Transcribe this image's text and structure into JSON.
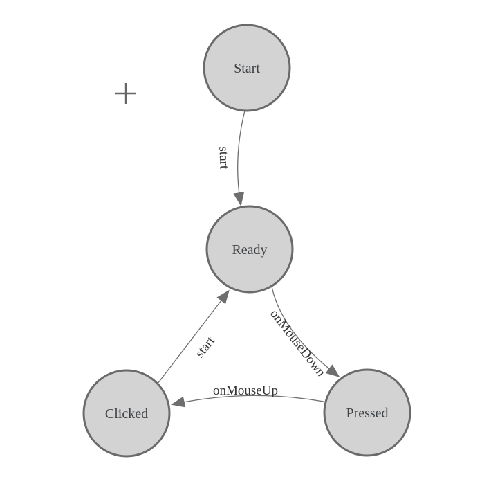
{
  "diagram": {
    "type": "state-machine",
    "background": "#ffffff",
    "colors": {
      "node_fill": "#d3d3d3",
      "node_stroke": "#6a6a6a",
      "edge_stroke": "#6e6e6e",
      "arrowhead": "#6e6e6e",
      "node_label": "#3f4245",
      "edge_label": "#333333",
      "cursor": "#666666"
    },
    "nodes": [
      {
        "id": "start",
        "label": "Start"
      },
      {
        "id": "ready",
        "label": "Ready"
      },
      {
        "id": "clicked",
        "label": "Clicked"
      },
      {
        "id": "pressed",
        "label": "Pressed"
      }
    ],
    "edges": [
      {
        "from": "Start",
        "to": "Ready",
        "label": "start"
      },
      {
        "from": "Ready",
        "to": "Pressed",
        "label": "onMouseDown"
      },
      {
        "from": "Pressed",
        "to": "Clicked",
        "label": "onMouseUp"
      },
      {
        "from": "Clicked",
        "to": "Ready",
        "label": "start"
      }
    ],
    "cursor": {
      "type": "crosshair"
    }
  }
}
